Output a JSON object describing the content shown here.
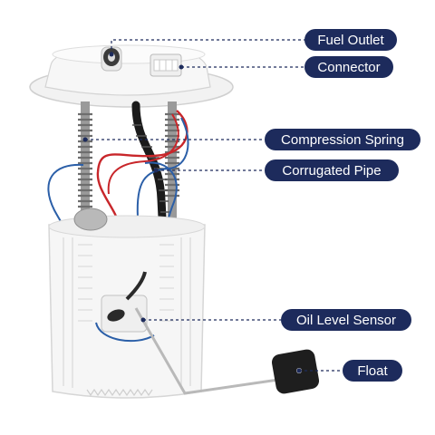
{
  "title": "",
  "colors": {
    "label_background": "#1d2b5c",
    "label_text": "#ffffff",
    "leader_line": "#1d2b5c",
    "housing": "#f6f6f6",
    "housing_outline": "#d6d6d6",
    "spring": "#8c8c8c",
    "hose": "#1b1b1b",
    "wire_red": "#c8262a",
    "wire_blue": "#2b5fa8",
    "float_body": "#1e1e1e",
    "float_rod": "#b9b9b9"
  },
  "callouts": [
    {
      "id": "fuel-outlet",
      "label": "Fuel Outlet"
    },
    {
      "id": "connector",
      "label": "Connector"
    },
    {
      "id": "compression-spring",
      "label": "Compression Spring"
    },
    {
      "id": "corrugated-pipe",
      "label": "Corrugated Pipe"
    },
    {
      "id": "oil-level-sensor",
      "label": "Oil Level Sensor"
    },
    {
      "id": "float",
      "label": "Float"
    }
  ]
}
